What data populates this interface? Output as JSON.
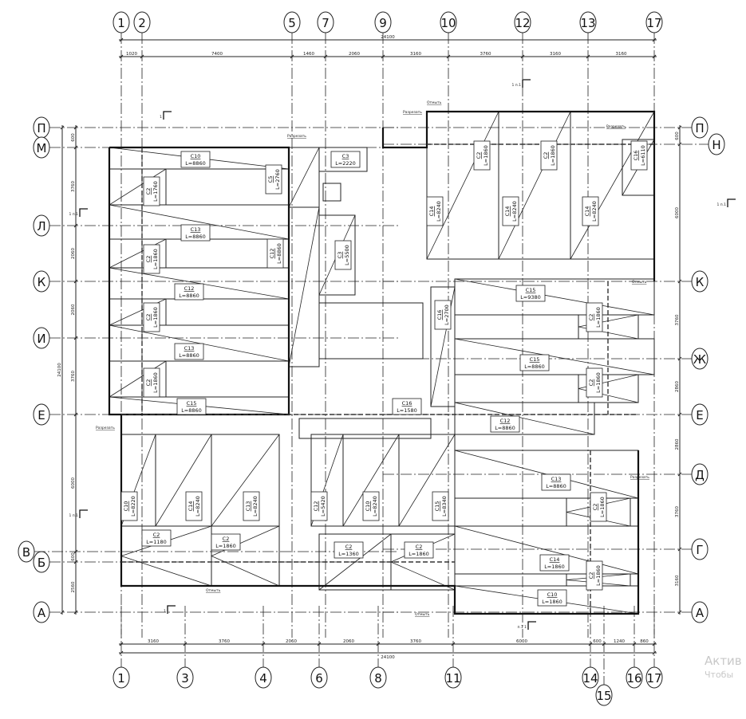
{
  "axes": {
    "top": [
      "1",
      "2",
      "5",
      "7",
      "9",
      "10",
      "12",
      "13",
      "17"
    ],
    "bottom": [
      "1",
      "3",
      "4",
      "6",
      "8",
      "11",
      "14",
      "15",
      "16",
      "17"
    ],
    "left": [
      "П",
      "М",
      "Л",
      "К",
      "И",
      "Е",
      "В",
      "Б",
      "А"
    ],
    "right": [
      "П",
      "Н",
      "К",
      "Ж",
      "Е",
      "Д",
      "Г",
      "А"
    ]
  },
  "dimensions": {
    "top_total": "24100",
    "top": [
      "1020",
      "7400",
      "1460",
      "2060",
      "3160",
      "3760",
      "3160",
      "3160"
    ],
    "bottom_total": "24100",
    "bottom": [
      "3160",
      "3760",
      "2060",
      "2060",
      "3760",
      "6000",
      "600",
      "1240",
      "860"
    ],
    "left_total": "24100",
    "left": [
      "600",
      "3760",
      "2060",
      "2060",
      "3760",
      "6000",
      "600",
      "2560"
    ],
    "right": [
      "600",
      "6000",
      "3760",
      "2860",
      "2860",
      "3760",
      "3160"
    ]
  },
  "panels": [
    {
      "mark": "С10",
      "length": "L=8860"
    },
    {
      "mark": "С2",
      "length": "L=1760"
    },
    {
      "mark": "С13",
      "length": "L=8860"
    },
    {
      "mark": "С2",
      "length": "L=1860"
    },
    {
      "mark": "С12",
      "length": "L=8860"
    },
    {
      "mark": "С2",
      "length": "L=1860"
    },
    {
      "mark": "С13",
      "length": "L=8860"
    },
    {
      "mark": "С2",
      "length": "L=1860"
    },
    {
      "mark": "С15",
      "length": "L=8860"
    },
    {
      "mark": "С5",
      "length": "L=2760"
    },
    {
      "mark": "С12",
      "length": "L=8860"
    },
    {
      "mark": "С3",
      "length": "L=2220"
    },
    {
      "mark": "С3",
      "length": "L=5500"
    },
    {
      "mark": "С2",
      "length": "L=1860"
    },
    {
      "mark": "С2",
      "length": "L=1860"
    },
    {
      "mark": "С16",
      "length": "L=6110"
    },
    {
      "mark": "С14",
      "length": "L=8240"
    },
    {
      "mark": "С14",
      "length": "L=8240"
    },
    {
      "mark": "С14",
      "length": "L=8240"
    },
    {
      "mark": "С15",
      "length": "L=9380"
    },
    {
      "mark": "С16",
      "length": "L=2700"
    },
    {
      "mark": "С2",
      "length": "L=1860"
    },
    {
      "mark": "С15",
      "length": "L=8860"
    },
    {
      "mark": "С2",
      "length": "L=1860"
    },
    {
      "mark": "С16",
      "length": "L=1580"
    },
    {
      "mark": "С12",
      "length": "L=8860"
    },
    {
      "mark": "С10",
      "length": "L=8220"
    },
    {
      "mark": "С14",
      "length": "L=8240"
    },
    {
      "mark": "С13",
      "length": "L=8240"
    },
    {
      "mark": "С12",
      "length": "L=5420"
    },
    {
      "mark": "С10",
      "length": "L=8240"
    },
    {
      "mark": "С15",
      "length": "L=8340"
    },
    {
      "mark": "С2",
      "length": "L=1180"
    },
    {
      "mark": "С2",
      "length": "L=1860"
    },
    {
      "mark": "С2",
      "length": "L=1360"
    },
    {
      "mark": "С2",
      "length": "L=1860"
    },
    {
      "mark": "С13",
      "length": "L=8860"
    },
    {
      "mark": "С2",
      "length": "L=1860"
    },
    {
      "mark": "С14",
      "length": "L=1860"
    },
    {
      "mark": "С2",
      "length": "L=1860"
    },
    {
      "mark": "С10",
      "length": "L=1860"
    }
  ],
  "annotations": [
    "Разрезать",
    "Отмыть",
    "Разрезать",
    "Разрезать",
    "Отмыть",
    "Разрезать",
    "Отмыть",
    "Разрезать",
    "Отмыть"
  ],
  "section_marks": [
    "1",
    "1 п.1",
    "1 п.1",
    "1 п.1",
    "п.1 1",
    "1 п.1",
    "1"
  ],
  "watermark": {
    "line1": "Актив",
    "line2": "Чтобы"
  }
}
